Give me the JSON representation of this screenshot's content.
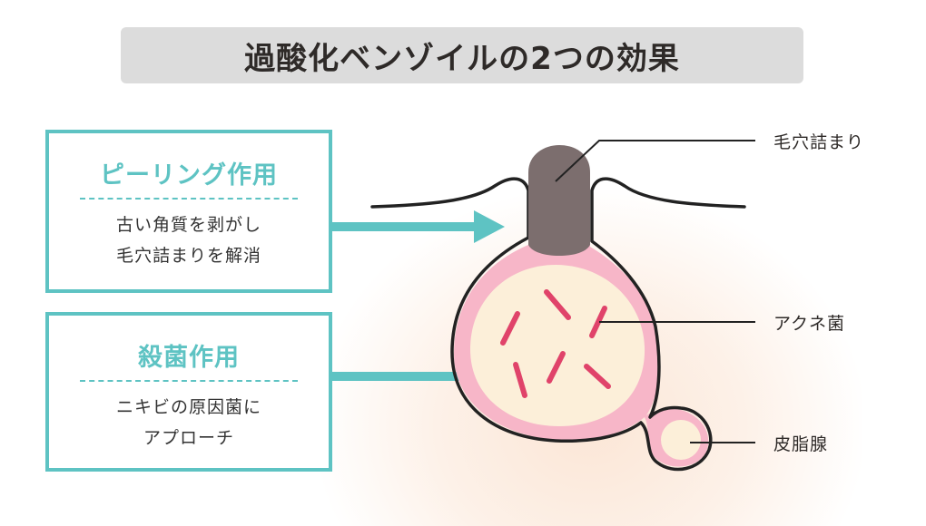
{
  "title": "過酸化ベンゾイルの2つの効果",
  "effects": [
    {
      "heading": "ピーリング作用",
      "lines": [
        "古い角質を剥がし",
        "毛穴詰まりを解消"
      ]
    },
    {
      "heading": "殺菌作用",
      "lines": [
        "ニキビの原因菌に",
        "アプローチ"
      ]
    }
  ],
  "callouts": {
    "clog": "毛穴詰まり",
    "bacteria": "アクネ菌",
    "gland": "皮脂腺"
  },
  "colors": {
    "accent": "#5ec3c3",
    "plug": "#7c6e6e",
    "follicle_wall": "#f7b6c8",
    "sebum": "#fcefd9",
    "bacteria": "#e0436a",
    "outline": "#222222"
  }
}
